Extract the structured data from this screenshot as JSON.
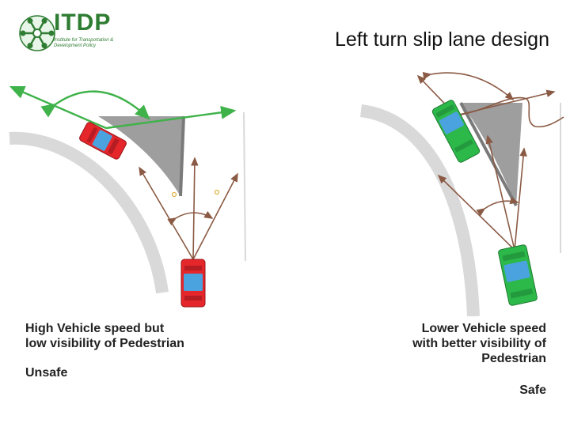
{
  "logo": {
    "name": "ITDP",
    "subtitle": "Institute for Transportation & Development Policy",
    "color": "#2e7d32"
  },
  "title": "Left turn slip lane design",
  "left": {
    "caption_line1": "High Vehicle speed but",
    "caption_line2": "low visibility of Pedestrian",
    "verdict": "Unsafe",
    "car_color": "#e5262b",
    "arrow_color": "#3fb24a"
  },
  "right": {
    "caption_line1": "Lower Vehicle speed",
    "caption_line2": "with better visibility of",
    "caption_line3": "Pedestrian",
    "verdict": "Safe",
    "car_color": "#2db84a",
    "arrow_color": "#8a5a44"
  },
  "colors": {
    "curb": "#d9d9d9",
    "island": "#9e9e9e",
    "sight_line": "#8a5a44"
  }
}
